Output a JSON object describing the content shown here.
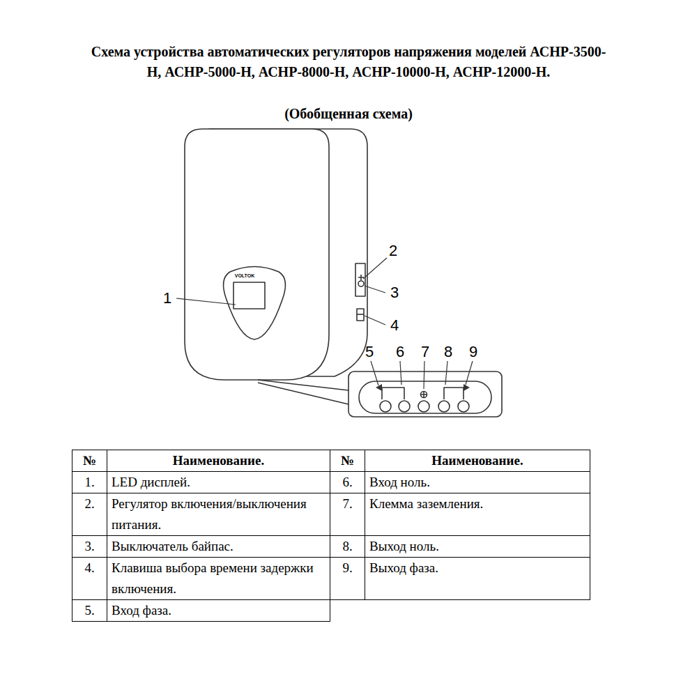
{
  "diagram": {
    "title": "Схема устройства автоматических регуляторов напряжения моделей АСНР-3500-Н, АСНР-5000-Н, АСНР-8000-Н, АСНР-10000-Н, АСНР-12000-Н.",
    "labels": [
      "(Обобщенная схема)",
      "VOLTOK",
      "1",
      "2",
      "3",
      "4",
      "5",
      "6",
      "7",
      "8",
      "9",
      "№",
      "Наименование.",
      "№",
      "Наименование.",
      "1.",
      "LED дисплей.",
      "6.",
      "Вход ноль.",
      "2.",
      "Регулятор включения/выключения питания.",
      "7.",
      "Клемма заземления.",
      "3.",
      "Выключатель байпас.",
      "8.",
      "Выход ноль.",
      "4.",
      "Клавиша выбора времени задержки включения.",
      "9.",
      "Выход фаза.",
      "5.",
      "Вход фаза."
    ]
  }
}
